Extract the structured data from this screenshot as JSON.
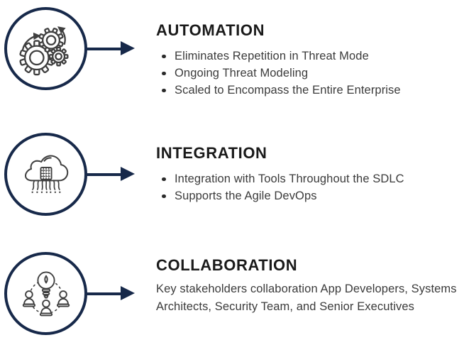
{
  "palette": {
    "background": "#ffffff",
    "accent_navy": "#17294a",
    "icon_stroke": "#3f3f3f",
    "heading_text": "#1a1a1a",
    "body_text": "#3b3b3b"
  },
  "sections": [
    {
      "title": "AUTOMATION",
      "icon": "gears-automation-icon",
      "bullets": [
        "Eliminates Repetition in Threat Mode",
        "Ongoing Threat Modeling",
        "Scaled to Encompass the Entire Enterprise"
      ]
    },
    {
      "title": "INTEGRATION",
      "icon": "cloud-network-icon",
      "bullets": [
        "Integration with Tools Throughout the SDLC",
        "Supports the Agile DevOps"
      ]
    },
    {
      "title": "COLLABORATION",
      "icon": "team-idea-icon",
      "paragraph": "Key stakeholders collaboration App Developers, Systems Architects, Security Team, and Senior Executives"
    }
  ]
}
